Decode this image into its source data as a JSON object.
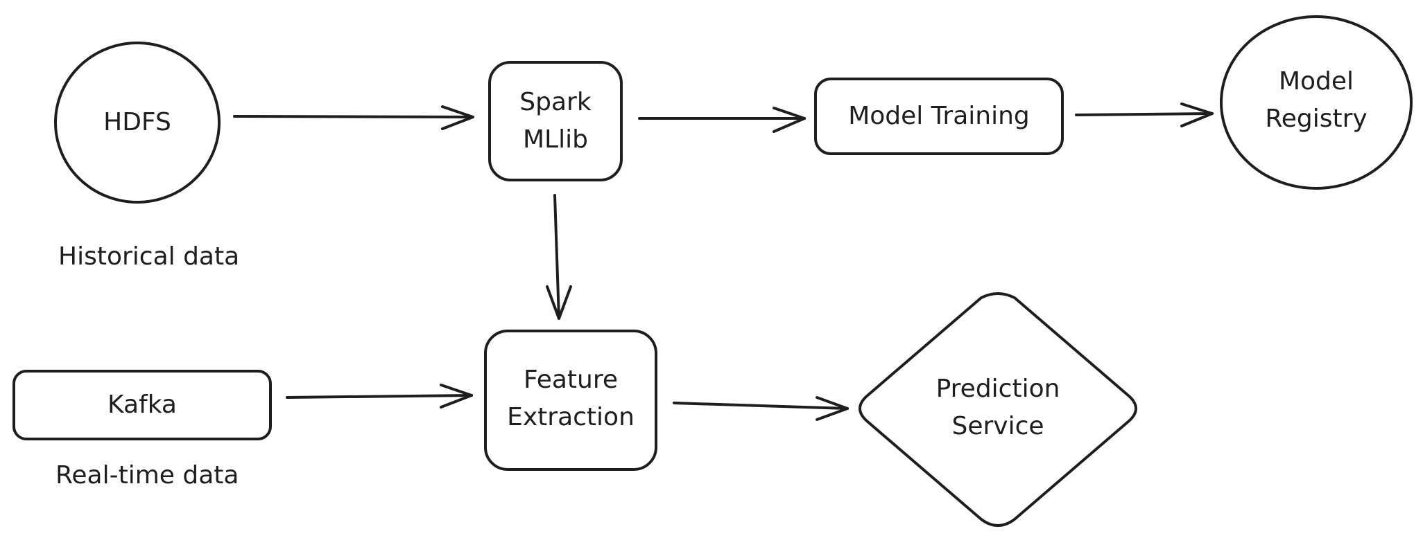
{
  "nodes": {
    "hdfs": {
      "text": "HDFS",
      "caption": "Historical data",
      "shape": "circle"
    },
    "spark": {
      "line1": "Spark",
      "line2": "MLlib",
      "shape": "rounded-rect"
    },
    "training": {
      "text": "Model Training",
      "shape": "rounded-rect"
    },
    "registry": {
      "line1": "Model",
      "line2": "Registry",
      "shape": "circle"
    },
    "kafka": {
      "text": "Kafka",
      "caption": "Real-time data",
      "shape": "rounded-rect"
    },
    "features": {
      "line1": "Feature",
      "line2": "Extraction",
      "shape": "rounded-rect"
    },
    "prediction": {
      "line1": "Prediction",
      "line2": "Service",
      "shape": "diamond"
    }
  },
  "edges": [
    {
      "from": "hdfs",
      "to": "spark"
    },
    {
      "from": "spark",
      "to": "training"
    },
    {
      "from": "training",
      "to": "registry"
    },
    {
      "from": "spark",
      "to": "features"
    },
    {
      "from": "kafka",
      "to": "features"
    },
    {
      "from": "features",
      "to": "prediction"
    }
  ],
  "colors": {
    "stroke": "#1e1e1e",
    "background": "#ffffff"
  }
}
